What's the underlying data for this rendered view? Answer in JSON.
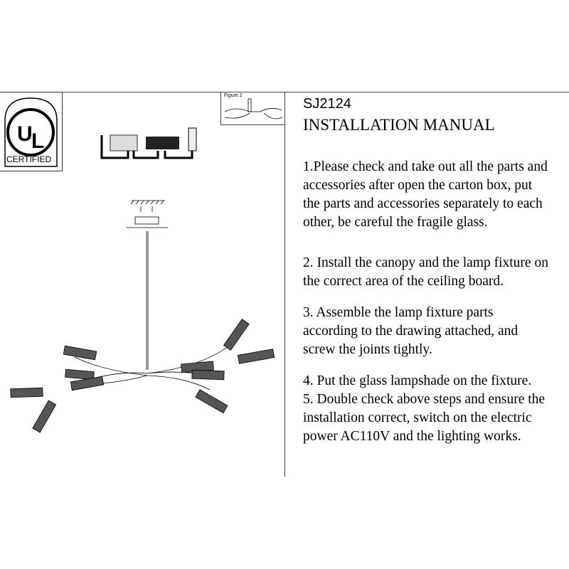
{
  "logo": {
    "text": "UL",
    "caption": "CERTIFIED"
  },
  "figure2": {
    "label": "Figure 2"
  },
  "manual": {
    "model": "SJ2124",
    "title": "INSTALLATION MANUAL",
    "steps": [
      [
        "1.Please check and take out all the parts and",
        "accessories after open the carton box, put",
        "the parts and accessories separately to each",
        "other, be careful the fragile glass."
      ],
      [
        "2. Install the canopy and the lamp fixture on",
        "the correct area of the ceiling board."
      ],
      [
        "3. Assemble the lamp fixture parts",
        "according to the drawing attached, and",
        "screw the joints tightly."
      ],
      [
        "4. Put the glass lampshade on the fixture.",
        "5. Double check above steps and ensure the",
        "installation correct, switch on the electric",
        "power AC110V and the lighting works."
      ]
    ]
  }
}
